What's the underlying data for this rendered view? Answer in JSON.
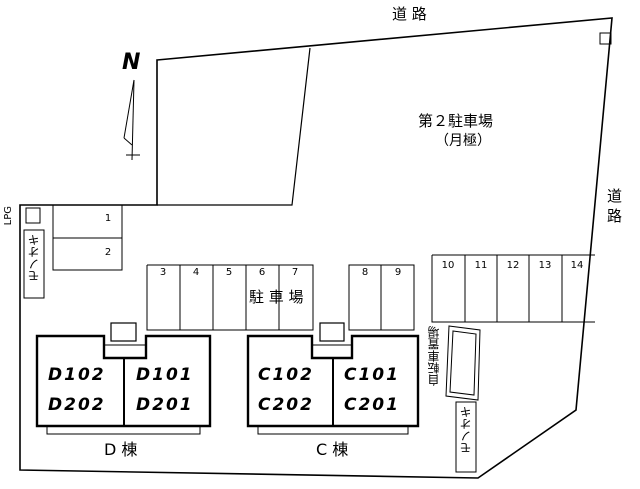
{
  "map": {
    "north": "N",
    "road_top": "道 路",
    "road_right": "道 路",
    "parking2": {
      "title": "第２駐車場",
      "subtitle": "（月極）"
    },
    "parking_main": "駐 車 場",
    "lpg": "LPG",
    "storage_left": "モノオキ",
    "storage_right": "モノオキ",
    "bike_parking": "自転車置場",
    "stalls_left": [
      "1",
      "2"
    ],
    "stalls_mid_a": [
      "3",
      "4",
      "5",
      "6",
      "7"
    ],
    "stalls_mid_b": [
      "8",
      "9"
    ],
    "stalls_right": [
      "10",
      "11",
      "12",
      "13",
      "14"
    ],
    "building_d": {
      "label": "D 棟",
      "units": [
        "D102",
        "D101",
        "D202",
        "D201"
      ]
    },
    "building_c": {
      "label": "C 棟",
      "units": [
        "C102",
        "C101",
        "C202",
        "C201"
      ]
    }
  }
}
